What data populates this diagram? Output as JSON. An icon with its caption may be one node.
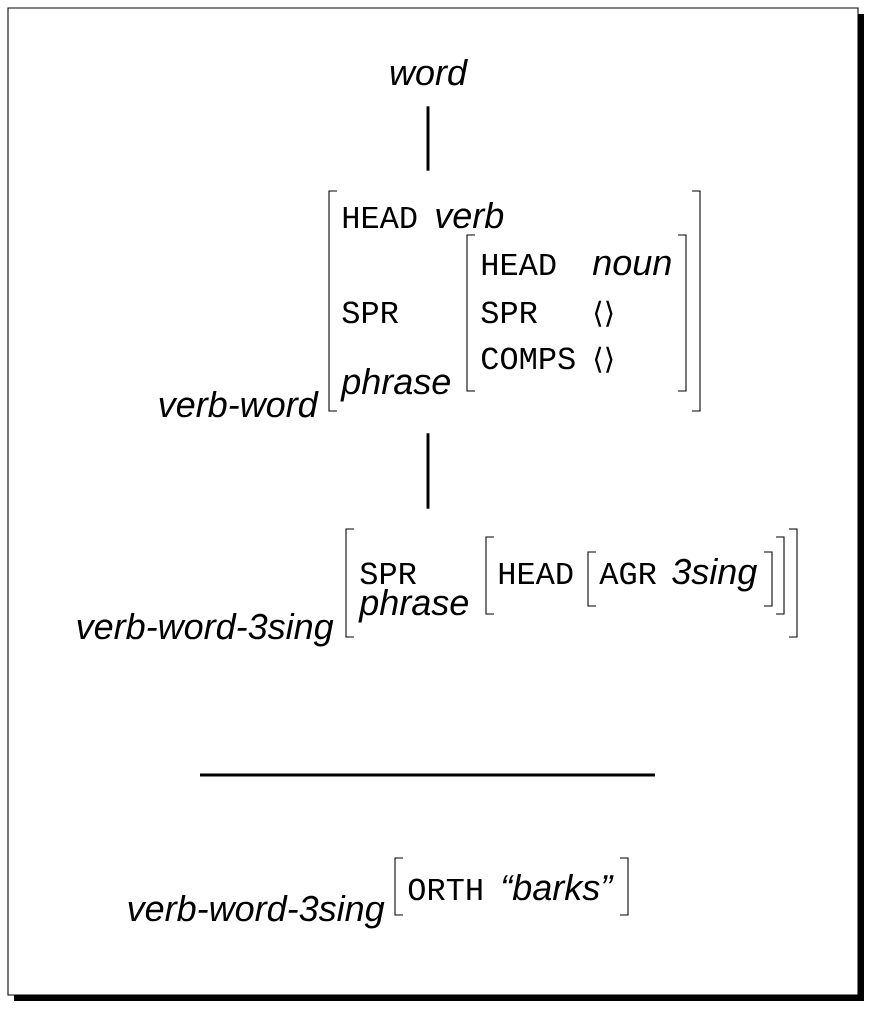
{
  "diagram": {
    "nodes": [
      {
        "text": [
          "word"
        ]
      },
      {
        "text": [
          "verb-word",
          "HEAD",
          "verb",
          "SPR",
          "phrase"
        ]
      },
      {
        "text": [
          "HEAD",
          "noun",
          "SPR",
          "⟨⟩",
          "COMPS",
          "⟨⟩"
        ],
        "in": 1
      },
      {
        "text": [
          "verb-word-3sing",
          "SPR",
          "phrase"
        ]
      },
      {
        "text": [
          "HEAD"
        ],
        "in": 3
      },
      {
        "text": [
          "AGR",
          "3sing"
        ],
        "in": 4
      },
      {
        "text": [
          "verb-word-3sing",
          "ORTH",
          "“barks”"
        ]
      }
    ],
    "edges": [
      {
        "from": 0,
        "to": 1,
        "arrow": "none"
      },
      {
        "from": 1,
        "to": 3,
        "arrow": "none"
      }
    ]
  }
}
